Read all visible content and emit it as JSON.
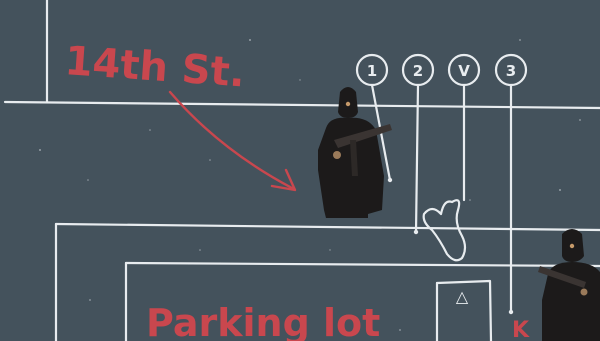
{
  "scene": {
    "street_label": "14th St.",
    "lot_label": "Parking lot",
    "marker_labels": [
      "1",
      "2",
      "V",
      "3"
    ],
    "box_symbol": "△",
    "corner_mark": "K",
    "colors": {
      "board": "#44525c",
      "chalk_white": "#e8ecef",
      "chalk_red": "#c9474e",
      "figure_dark": "#1c1a1a"
    },
    "figures": [
      "armed-figure",
      "armed-figure"
    ]
  }
}
